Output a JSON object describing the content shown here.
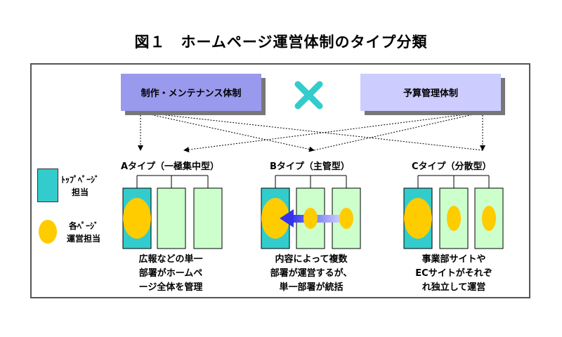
{
  "title": "図１　ホームページ運営体制のタイプ分類",
  "systems": {
    "left": "制作・メンテナンス体制",
    "right": "予算管理体制"
  },
  "types": [
    {
      "label": "Aタイプ（一極集中型）",
      "description": "広報などの単一\n部署がホームペ\nージ全体を管理"
    },
    {
      "label": "Bタイプ（主管型）",
      "description": "内容によって複数\n部署が運営するが、\n単一部署が統括"
    },
    {
      "label": "Cタイプ（分散型）",
      "description": "事業部サイトや\nECサイトがそれぞ\nれ独立して運営"
    }
  ],
  "legend": {
    "top_page": "ﾄｯﾌﾟﾍﾟｰｼﾞ\n担当",
    "each_page": "各ﾍﾟｰｼﾞ\n運営担当"
  },
  "colors": {
    "top_page": "#33cccc",
    "each_page_oval": "#ffcc00",
    "page_box": "#ccffcc",
    "left_system": "#9999ee",
    "right_system": "#ccccff",
    "cross": "#33cccc",
    "arrow": "#3333ee"
  },
  "icons": {
    "cross": "cross-mark-icon",
    "arrow": "left-arrow-icon"
  }
}
